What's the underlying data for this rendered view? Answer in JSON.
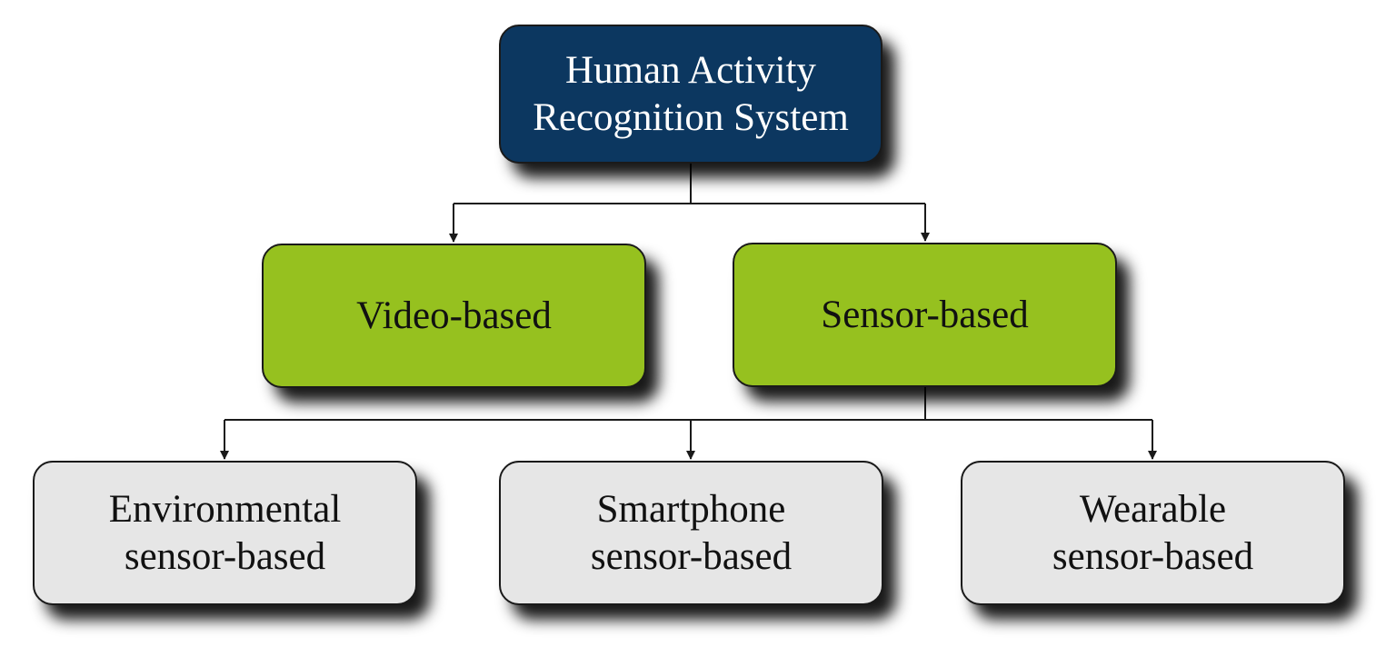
{
  "diagram": {
    "type": "hierarchy-tree",
    "colors": {
      "root_fill": "#0c3760",
      "category_fill": "#96c11f",
      "leaf_fill": "#e6e6e6",
      "border": "#1a1a1a",
      "connector": "#1a1a1a"
    },
    "root": {
      "line1": "Human Activity",
      "line2": "Recognition System"
    },
    "categories": [
      {
        "id": "video",
        "label": "Video-based"
      },
      {
        "id": "sensor",
        "label": "Sensor-based"
      }
    ],
    "leaves": [
      {
        "id": "environmental",
        "parent": "sensor",
        "line1": "Environmental",
        "line2": "sensor-based"
      },
      {
        "id": "smartphone",
        "parent": "sensor",
        "line1": "Smartphone",
        "line2": "sensor-based"
      },
      {
        "id": "wearable",
        "parent": "sensor",
        "line1": "Wearable",
        "line2": "sensor-based"
      }
    ],
    "edges": [
      {
        "from": "root",
        "to": "video"
      },
      {
        "from": "root",
        "to": "sensor"
      },
      {
        "from": "sensor",
        "to": "environmental"
      },
      {
        "from": "sensor",
        "to": "smartphone"
      },
      {
        "from": "sensor",
        "to": "wearable"
      }
    ]
  }
}
